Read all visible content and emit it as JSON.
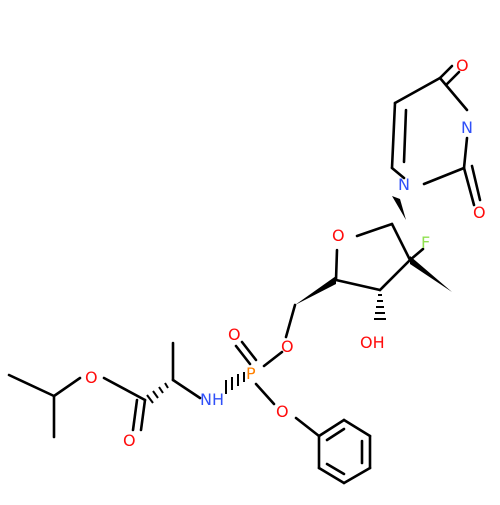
{
  "molecule": {
    "atom_labels": {
      "o_carbonyl_top": "O",
      "n3": "N",
      "o_carbonyl_right": "O",
      "n1": "N",
      "o_ring": "O",
      "f": "F",
      "o_phosphoryl": "O",
      "o_ester_link": "O",
      "oh": "OH",
      "o_alkyl": "O",
      "nh": "N",
      "h_on_n": "H",
      "p": "P",
      "o_phenoxy": "O",
      "o_ester_carbonyl": "O"
    },
    "colors": {
      "carbon": "#000000",
      "oxygen": "#ff0d0d",
      "nitrogen": "#3050f8",
      "phosphorus": "#ff8000",
      "fluorine": "#90e050"
    }
  }
}
